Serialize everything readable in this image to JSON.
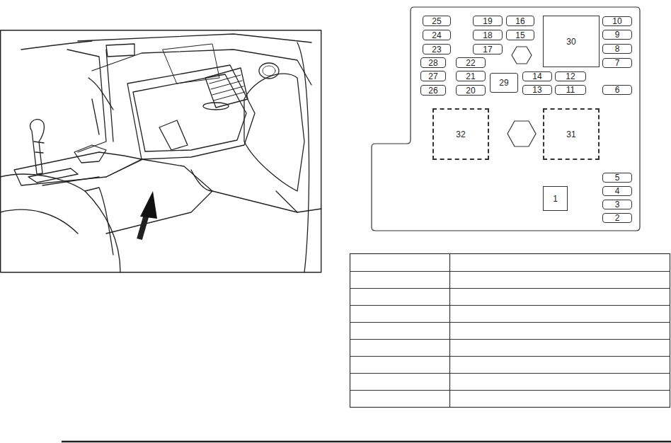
{
  "diagram": {
    "nodes": [
      {
        "text": [
          "25"
        ]
      },
      {
        "text": [
          "19"
        ]
      },
      {
        "text": [
          "16"
        ]
      },
      {
        "text": [
          "30"
        ]
      },
      {
        "text": [
          "10"
        ]
      },
      {
        "text": [
          "24"
        ]
      },
      {
        "text": [
          "18"
        ]
      },
      {
        "text": [
          "15"
        ]
      },
      {
        "text": [
          "9"
        ]
      },
      {
        "text": [
          "23"
        ]
      },
      {
        "text": [
          "17"
        ]
      },
      {
        "text": [
          "8"
        ]
      },
      {
        "text": [
          "28"
        ]
      },
      {
        "text": [
          "22"
        ]
      },
      {
        "text": [
          "7"
        ]
      },
      {
        "text": [
          "27"
        ]
      },
      {
        "text": [
          "21"
        ]
      },
      {
        "text": [
          "29"
        ]
      },
      {
        "text": [
          "14"
        ]
      },
      {
        "text": [
          "12"
        ]
      },
      {
        "text": [
          "26"
        ]
      },
      {
        "text": [
          "20"
        ]
      },
      {
        "text": [
          "13"
        ]
      },
      {
        "text": [
          "11"
        ]
      },
      {
        "text": [
          "6"
        ]
      },
      {
        "text": [
          "32"
        ]
      },
      {
        "text": [
          "31"
        ]
      },
      {
        "text": [
          "5"
        ]
      },
      {
        "text": [
          "4"
        ]
      },
      {
        "text": [
          "1"
        ]
      },
      {
        "text": [
          "3"
        ]
      },
      {
        "text": [
          "2"
        ]
      }
    ]
  }
}
